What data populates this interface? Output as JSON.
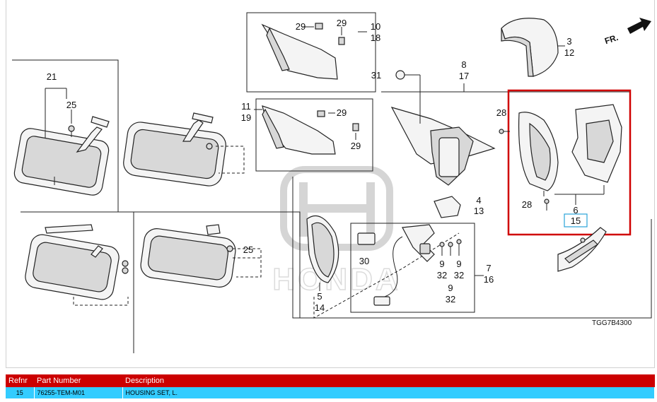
{
  "callouts": {
    "c21": "21",
    "c25a": "25",
    "c10": "10",
    "c18": "18",
    "c29a": "29",
    "c29b": "29",
    "c3": "3",
    "c12": "12",
    "c31": "31",
    "c8": "8",
    "c17": "17",
    "c11": "11",
    "c19": "19",
    "c29c": "29",
    "c29d": "29",
    "c28a": "28",
    "c28b": "28",
    "c6": "6",
    "c15": "15",
    "c4": "4",
    "c13": "13",
    "c25b": "25",
    "c30": "30",
    "c9a": "9",
    "c32a": "32",
    "c9b": "9",
    "c32b": "32",
    "c9c": "9",
    "c32c": "32",
    "c7": "7",
    "c16": "16",
    "c5": "5",
    "c14": "14"
  },
  "direction_label": "FR.",
  "diagram_code": "TGG7B4300",
  "watermark": {
    "brand": "HONDA"
  },
  "highlight_color": "#d00000",
  "selected_callout_color": "#2aa4d8",
  "table": {
    "headers": {
      "refnr": "Refnr",
      "part_number": "Part Number",
      "description": "Description"
    },
    "header_bg": "#cc0000",
    "row_bg": "#33ccff",
    "rows": [
      {
        "refnr": "15",
        "part_number": "76255-TEM-M01",
        "description": "HOUSING SET, L."
      }
    ]
  }
}
